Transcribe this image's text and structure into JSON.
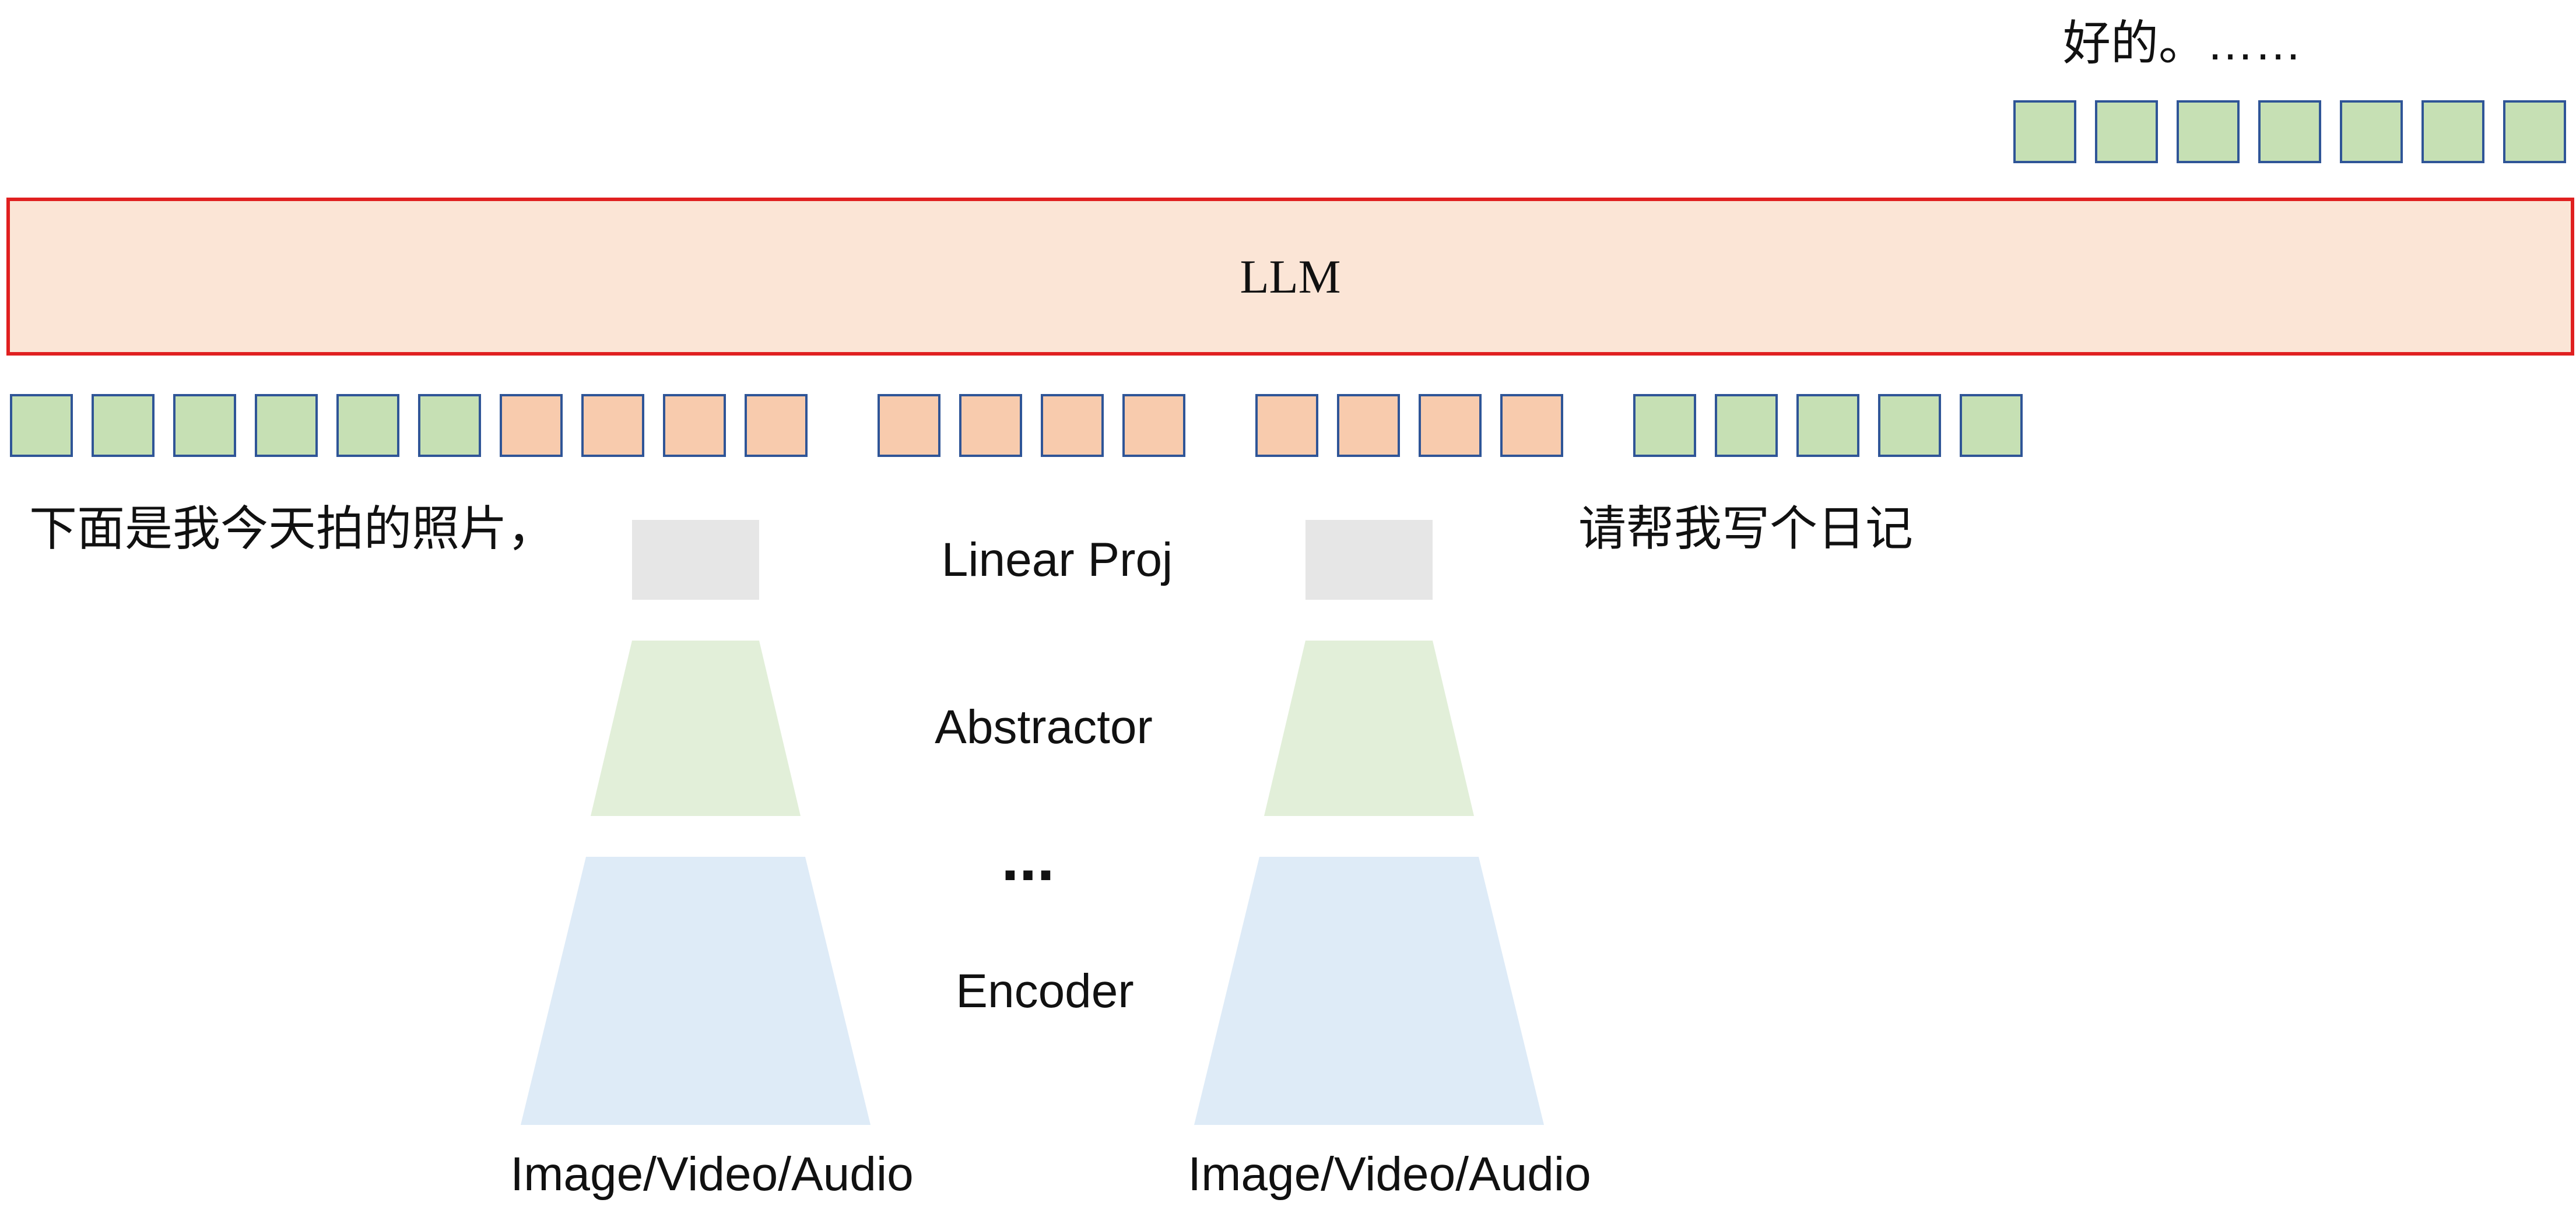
{
  "output_text": "好的。……",
  "llm_label": "LLM",
  "prompt_text_left": "下面是我今天拍的照片，",
  "prompt_text_right": "请帮我写个日记",
  "stage_labels": {
    "linear_proj": "Linear Proj",
    "abstractor": "Abstractor",
    "ellipsis": "...",
    "encoder": "Encoder"
  },
  "inputs": [
    {
      "label": "Image/Video/Audio"
    },
    {
      "label": "Image/Video/Audio"
    }
  ],
  "output_tokens": {
    "count": 7,
    "kind": "text"
  },
  "input_token_groups": [
    {
      "kind": "text",
      "count": 6
    },
    {
      "kind": "media",
      "count": 4
    },
    {
      "kind": "media",
      "count": 4
    },
    {
      "kind": "media",
      "count": 4
    },
    {
      "kind": "text",
      "count": 5
    }
  ],
  "colors": {
    "text_token_fill": "#c6e0b4",
    "media_token_fill": "#f8cbad",
    "token_stroke": "#2f5597",
    "llm_fill": "#fbe5d6",
    "llm_stroke": "#e02020",
    "linear_proj_fill": "#e6e6e6",
    "abstractor_fill": "#e2efd9",
    "encoder_fill": "#deebf7"
  }
}
